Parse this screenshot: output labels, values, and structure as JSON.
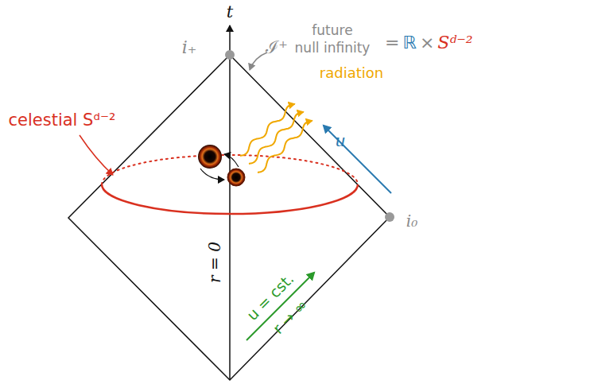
{
  "diagram": {
    "labels": [
      "t",
      "i₊",
      "ℐ⁺",
      "future",
      "null infinity",
      "=",
      "ℝ",
      "×",
      "Sᵈ⁻²",
      "radiation",
      "u",
      "celestial Sᵈ⁻²",
      "i₀",
      "r = 0",
      "u = cst.",
      "r → ∞"
    ]
  }
}
